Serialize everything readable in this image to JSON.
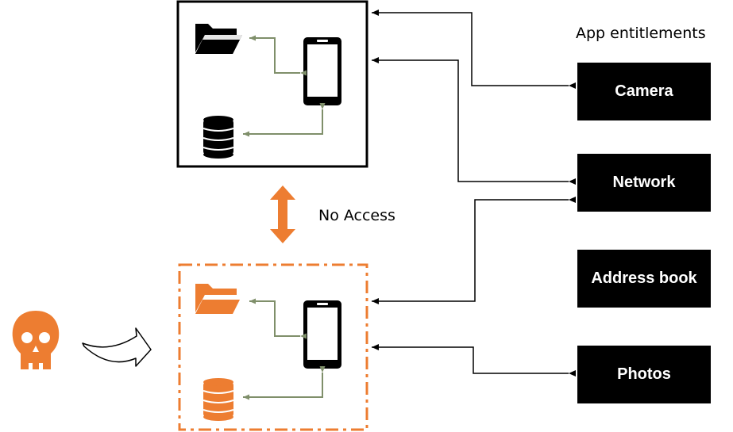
{
  "header": {
    "entitlements_title": "App entitlements"
  },
  "labels": {
    "no_access": "No Access"
  },
  "entitlements": [
    {
      "label": "Camera"
    },
    {
      "label": "Network"
    },
    {
      "label": "Address book"
    },
    {
      "label": "Photos"
    }
  ],
  "colors": {
    "accent": "#ED7D31",
    "link_green": "#7F8F6A",
    "black": "#000000"
  },
  "icons": {
    "top_sandbox": [
      "folder-icon",
      "smartphone-icon",
      "database-icon"
    ],
    "bottom_sandbox": [
      "folder-icon",
      "smartphone-icon",
      "database-icon"
    ],
    "attacker": [
      "skull-icon",
      "curved-arrow-icon"
    ],
    "separator": [
      "double-arrow-icon"
    ]
  }
}
